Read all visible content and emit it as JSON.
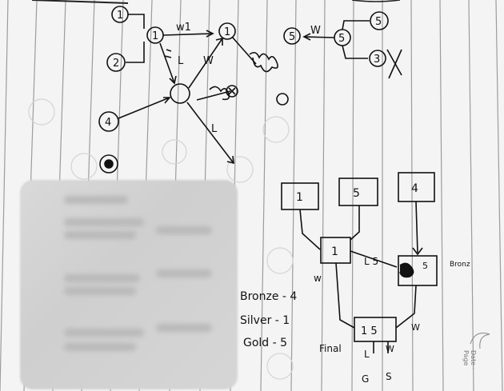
{
  "tree_diagram": {
    "nodes": [
      "1",
      "2",
      "1",
      "4",
      "1",
      "5",
      "5",
      "5",
      "3"
    ],
    "edge_labels": {
      "w1": "w1",
      "l": "L",
      "w": "W",
      "l_lower": "L",
      "w_right": "W"
    },
    "cross_mark": "X"
  },
  "bracket": {
    "boxes": [
      "1",
      "5",
      "4"
    ],
    "mid_box": "1",
    "mid_right_box": "5",
    "final_box": "1 5",
    "labels": {
      "w": "w",
      "l5": "L 5",
      "w2": "W",
      "final": "Final",
      "bronze_side": "Bronz"
    },
    "final_labels": [
      "L",
      "W"
    ],
    "under_final": [
      "G",
      "S"
    ]
  },
  "medals": [
    {
      "text": "Bronze - 4"
    },
    {
      "text": "Silver - 1"
    },
    {
      "text": "Gold - 5"
    }
  ],
  "colors": {
    "paper": "#f4f4f4",
    "ink": "#111111",
    "rule": "#9c9c9c"
  }
}
